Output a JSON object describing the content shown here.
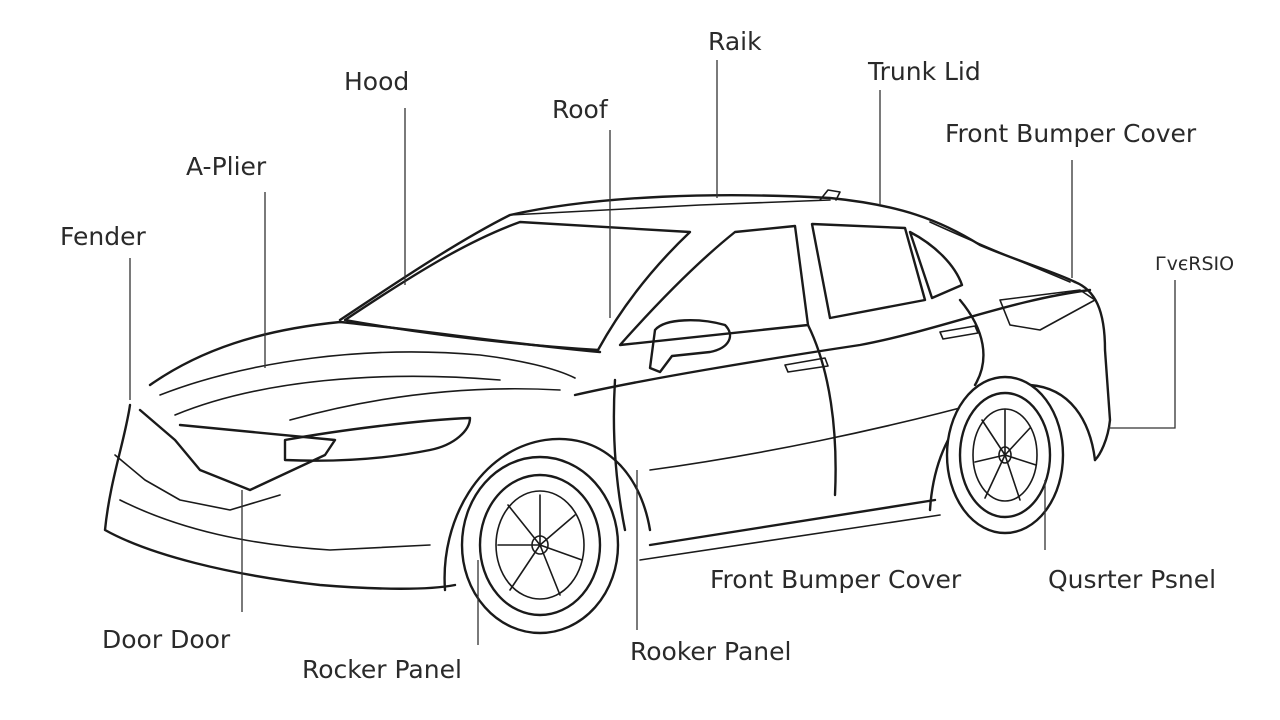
{
  "labels": {
    "raik": "Raik",
    "trunk_lid": "Trunk Lid",
    "hood": "Hood",
    "roof": "Roof",
    "front_bumper_cover_top": "Front Bumper Cover",
    "a_pillar": "A-Plier",
    "fender": "Fender",
    "garbled_right": "ГvєRSIO",
    "door": "Door Door",
    "rocker_panel_left": "Rocker Panel",
    "front_bumper_cover_bottom": "Front Bumper Cover",
    "rocker_panel_center": "Rooker Panel",
    "quarter_panel": "Qusrter Psnel"
  },
  "colors": {
    "line": "#1a1a1a",
    "text": "#2a2a2a",
    "background": "#ffffff"
  }
}
